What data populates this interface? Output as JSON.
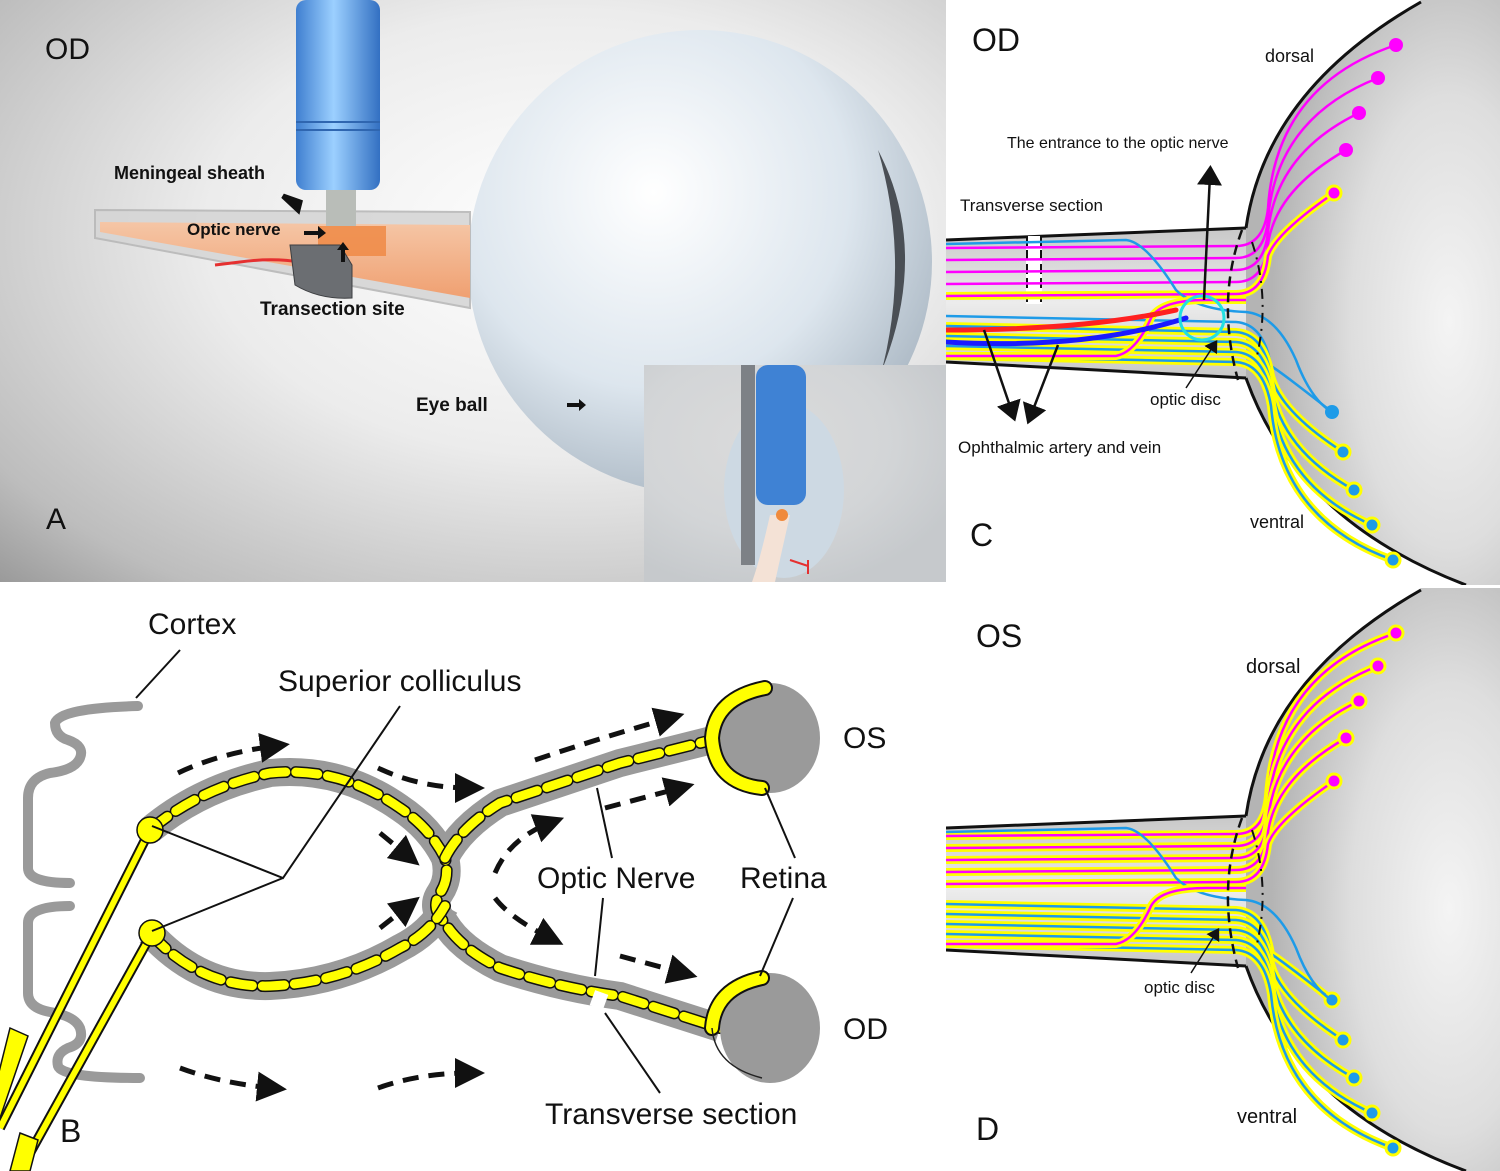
{
  "panels": {
    "A": {
      "letter": "A",
      "eye_label": "OD",
      "labels": {
        "meningeal_sheath": "Meningeal sheath",
        "optic_nerve": "Optic nerve",
        "transection_site": "Transection site",
        "eye_ball": "Eye ball"
      }
    },
    "B": {
      "letter": "B",
      "labels": {
        "cortex": "Cortex",
        "superior_colliculus": "Superior colliculus",
        "optic_nerve": "Optic Nerve",
        "retina": "Retina",
        "transverse_section": "Transverse section",
        "os": "OS",
        "od": "OD"
      }
    },
    "C": {
      "letter": "C",
      "eye_label": "OD",
      "labels": {
        "dorsal": "dorsal",
        "ventral": "ventral",
        "entrance": "The entrance to the optic nerve",
        "transverse_section": "Transverse section",
        "optic_disc": "optic disc",
        "ophthalmic": "Ophthalmic artery and vein"
      }
    },
    "D": {
      "letter": "D",
      "eye_label": "OS",
      "labels": {
        "dorsal": "dorsal",
        "ventral": "ventral",
        "optic_disc": "optic disc"
      }
    }
  },
  "colors": {
    "dorsal_fiber": "#ff00ff",
    "ventral_fiber": "#1e9be8",
    "highlight": "#ffff00",
    "artery": "#ff2020",
    "vein": "#1a1aff",
    "entrance_circle": "#22e0e0",
    "nerve_gray": "#9a9a9a",
    "syringe_blue": "#4a90e0"
  }
}
